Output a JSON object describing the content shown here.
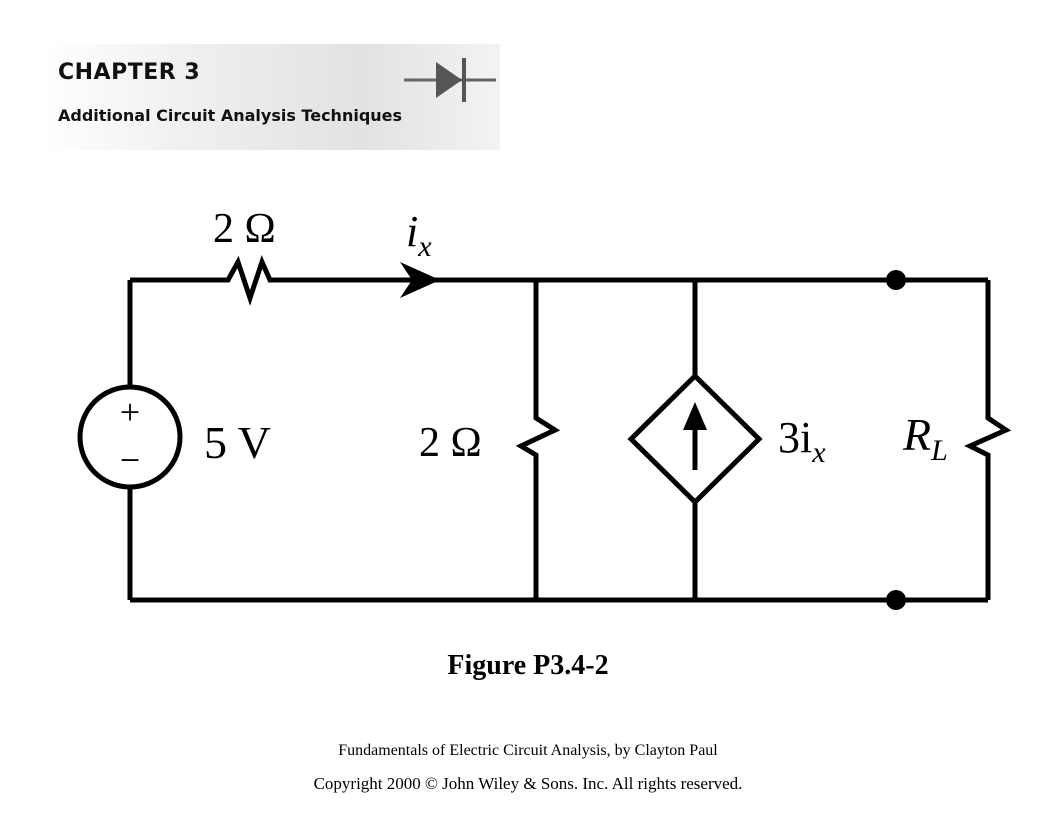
{
  "header": {
    "chapter_title": "CHAPTER 3",
    "chapter_subtitle": "Additional Circuit Analysis Techniques"
  },
  "circuit": {
    "series_resistor": "2 Ω",
    "current_label": "i",
    "current_subscript": "x",
    "voltage_source": "5 V",
    "shunt_resistor": "2 Ω",
    "dependent_source_coeff": "3i",
    "dependent_source_subscript": "x",
    "load_label": "R",
    "load_subscript": "L",
    "plus_sign": "+",
    "minus_sign": "−"
  },
  "figure_caption": "Figure P3.4-2",
  "footer": {
    "book_credit": "Fundamentals of Electric Circuit Analysis, by Clayton Paul",
    "copyright": "Copyright 2000 © John Wiley & Sons. Inc. All rights reserved."
  }
}
